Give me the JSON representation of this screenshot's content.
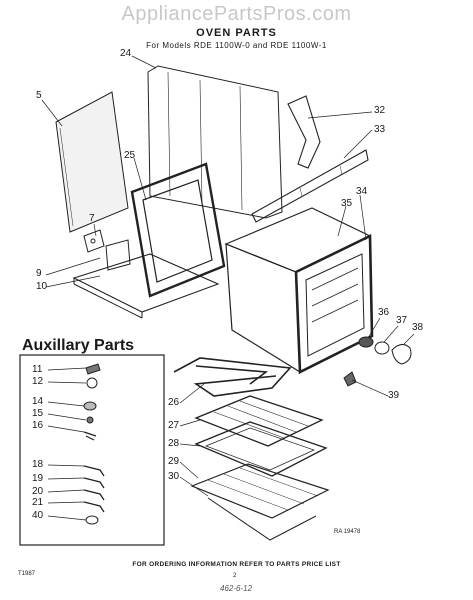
{
  "watermark": "AppliancePartsPros.com",
  "title": "OVEN PARTS",
  "subtitle": "For Models RDE 1100W-0 and RDE 1100W-1",
  "auxiliary_heading": "Auxillary Parts",
  "callouts": {
    "c5": "5",
    "c24": "24",
    "c25": "25",
    "c7": "7",
    "c9": "9",
    "c10": "10",
    "c32": "32",
    "c33": "33",
    "c34": "34",
    "c35": "35",
    "c36": "36",
    "c37": "37",
    "c38": "38",
    "c39": "39",
    "c26": "26",
    "c27": "27",
    "c28": "28",
    "c29": "29",
    "c30": "30"
  },
  "aux_callouts": [
    "11",
    "12",
    "14",
    "15",
    "16",
    "18",
    "19",
    "20",
    "21",
    "40"
  ],
  "diagram_code": "RA 19478",
  "footer_note": "FOR ORDERING INFORMATION REFER TO PARTS PRICE LIST",
  "page_number": "2",
  "corner_code": "T1987",
  "handwritten": "462-6-12"
}
